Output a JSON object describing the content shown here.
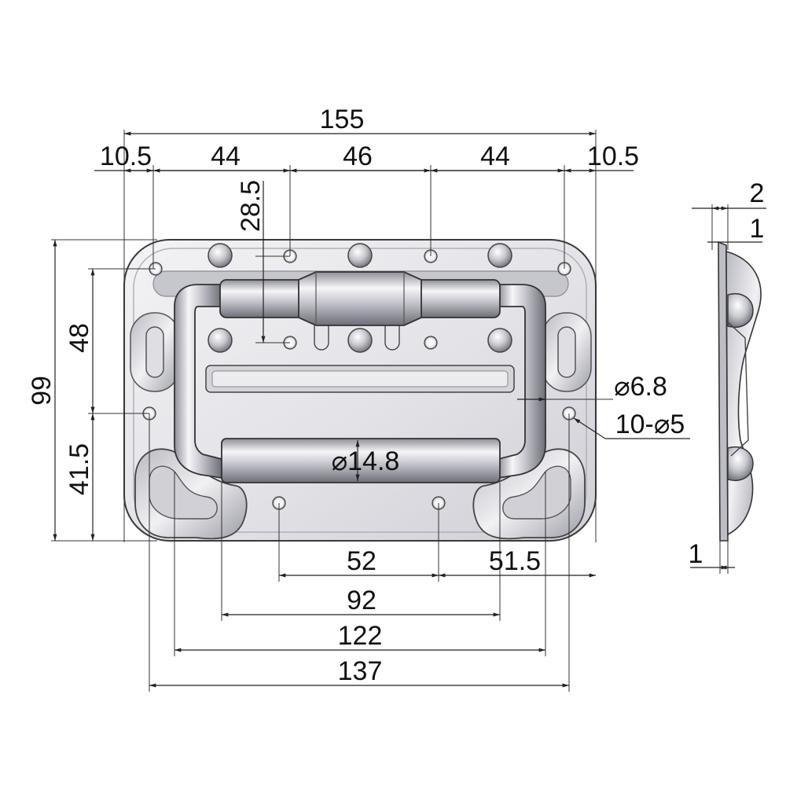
{
  "dimensions": {
    "overall_width": "155",
    "left_margin": "10.5",
    "span_left": "44",
    "span_middle": "46",
    "span_right": "44",
    "right_margin": "10.5",
    "hole_row_spacing": "28.5",
    "overall_height": "99",
    "upper_height": "48",
    "lower_height": "41.5",
    "handle_tube_diameter": "⌀6.8",
    "mount_holes": "10-⌀5",
    "grip_diameter": "⌀14.8",
    "bottom_hole_spacing": "52",
    "bottom_right_offset": "51.5",
    "grip_length": "92",
    "handle_width": "122",
    "outer_hole_spacing": "137",
    "side_flange_thickness": "2",
    "side_plate_thickness": "1",
    "side_base_thickness": "1"
  },
  "colors": {
    "line": "#222222",
    "metal_light": "#f4f4f6",
    "metal_mid": "#d6d6dc",
    "metal_dark": "#9a9aa4"
  }
}
